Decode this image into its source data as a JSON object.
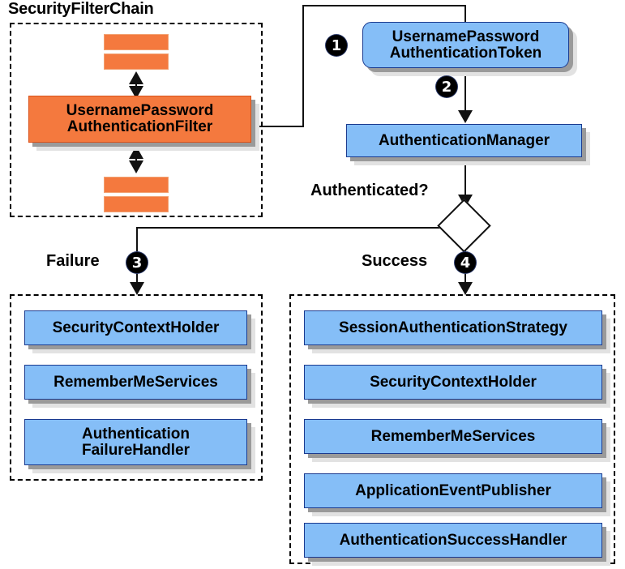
{
  "diagram": {
    "title_text": "SecurityFilterChain",
    "colors": {
      "filter_orange": "#f4793e",
      "component_blue": "#85bef7",
      "shadow_dark": "#9a9a9a",
      "shadow_light": "#e2e2e2",
      "line": "#111111"
    }
  },
  "filter_chain": {
    "label": "SecurityFilterChain",
    "main_filter": "UsernamePassword\nAuthenticationFilter",
    "main_filter_line1": "UsernamePassword",
    "main_filter_line2": "AuthenticationFilter",
    "upper_bars": 2,
    "lower_bars": 2
  },
  "flow": {
    "token_line1": "UsernamePassword",
    "token_line2": "AuthenticationToken",
    "manager": "AuthenticationManager",
    "decision_label": "Authenticated?",
    "failure_label": "Failure",
    "success_label": "Success",
    "steps": {
      "one": "1",
      "two": "2",
      "three": "3",
      "four": "4"
    }
  },
  "failure_group": {
    "items": [
      {
        "label": "SecurityContextHolder",
        "lines": [
          "SecurityContextHolder"
        ]
      },
      {
        "label": "RememberMeServices",
        "lines": [
          "RememberMeServices"
        ]
      },
      {
        "label": "AuthenticationFailureHandler",
        "lines": [
          "Authentication",
          "FailureHandler"
        ]
      }
    ]
  },
  "success_group": {
    "items": [
      {
        "label": "SessionAuthenticationStrategy",
        "lines": [
          "SessionAuthenticationStrategy"
        ]
      },
      {
        "label": "SecurityContextHolder",
        "lines": [
          "SecurityContextHolder"
        ]
      },
      {
        "label": "RememberMeServices",
        "lines": [
          "RememberMeServices"
        ]
      },
      {
        "label": "ApplicationEventPublisher",
        "lines": [
          "ApplicationEventPublisher"
        ]
      },
      {
        "label": "AuthenticationSuccessHandler",
        "lines": [
          "AuthenticationSuccessHandler"
        ]
      }
    ]
  }
}
